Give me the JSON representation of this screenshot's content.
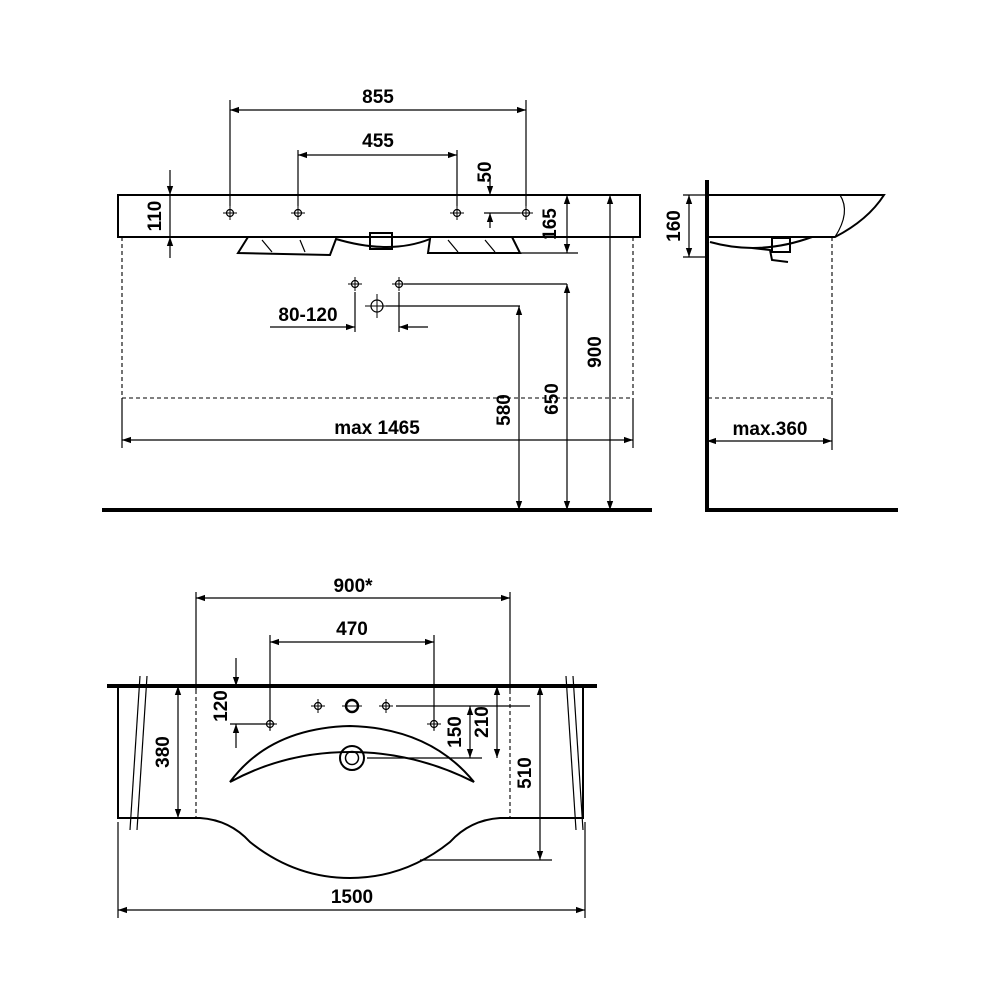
{
  "colors": {
    "ink": "#000000",
    "background": "#ffffff"
  },
  "front_view": {
    "dim_855": "855",
    "dim_455": "455",
    "dim_50": "50",
    "dim_110": "110",
    "dim_165": "165",
    "dim_80_120": "80-120",
    "dim_580": "580",
    "dim_650": "650",
    "dim_900": "900",
    "dim_max_1465": "max 1465"
  },
  "side_view": {
    "dim_160": "160",
    "dim_max_360": "max.360"
  },
  "top_view": {
    "dim_900_star": "900*",
    "dim_470": "470",
    "dim_120": "120",
    "dim_380": "380",
    "dim_150": "150",
    "dim_210": "210",
    "dim_510": "510",
    "dim_1500": "1500"
  }
}
